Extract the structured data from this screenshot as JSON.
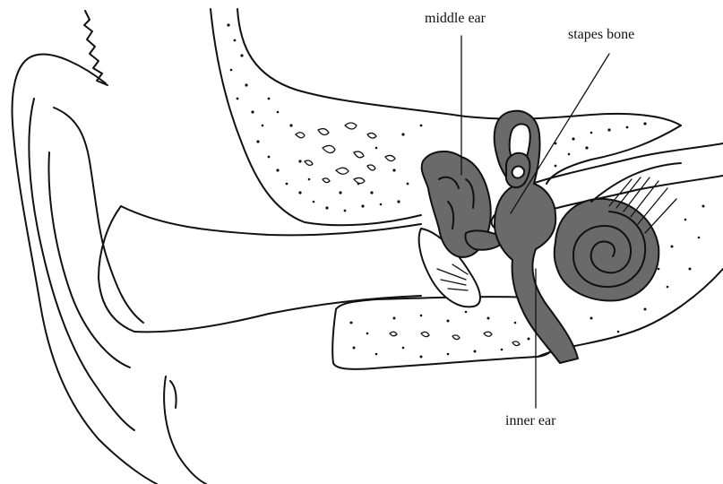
{
  "diagram": {
    "labels": {
      "middle_ear": "middle ear",
      "stapes_bone": "stapes bone",
      "inner_ear": "inner ear"
    },
    "colors": {
      "ink": "#111111",
      "bone_shading": "#6a6a6a",
      "background": "#ffffff"
    }
  }
}
